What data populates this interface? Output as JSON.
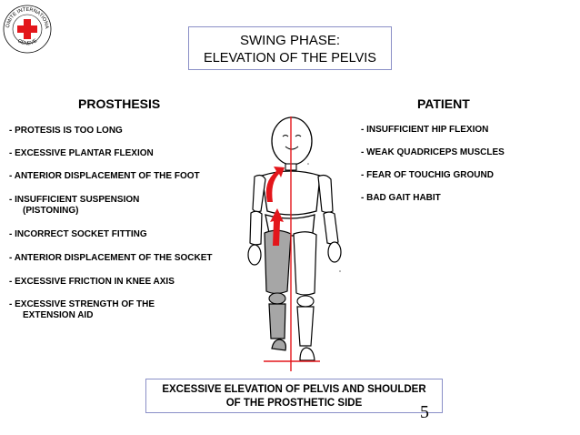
{
  "logo": {
    "text_top": "COMITE INTERNATIONAL",
    "text_bottom": "GENEVE",
    "cross_color": "#e3161b"
  },
  "title": {
    "line1": "SWING PHASE:",
    "line2": "ELEVATION OF THE PELVIS"
  },
  "prosthesis": {
    "heading": "PROSTHESIS",
    "items": [
      "- PROTESIS IS TOO LONG",
      "- EXCESSIVE PLANTAR FLEXION",
      "- ANTERIOR DISPLACEMENT OF THE FOOT",
      "- INSUFFICIENT SUSPENSION",
      "(PISTONING)",
      "- INCORRECT SOCKET FITTING",
      "- ANTERIOR DISPLACEMENT OF THE SOCKET",
      "- EXCESSIVE FRICTION IN  KNEE AXIS",
      "- EXCESSIVE STRENGTH OF THE",
      "EXTENSION AID"
    ]
  },
  "patient": {
    "heading": "PATIENT",
    "items": [
      "- INSUFFICIENT HIP FLEXION",
      "- WEAK QUADRICEPS MUSCLES",
      "- FEAR OF TOUCHIG GROUND",
      "- BAD GAIT HABIT"
    ]
  },
  "figure": {
    "arrow_color": "#e3161b",
    "line_color": "#e3161b",
    "prosthetic_color": "#a6a6a6"
  },
  "footer": {
    "line1": "EXCESSIVE ELEVATION OF PELVIS AND SHOULDER",
    "line2": "OF THE PROSTHETIC SIDE"
  },
  "page_number": "5"
}
